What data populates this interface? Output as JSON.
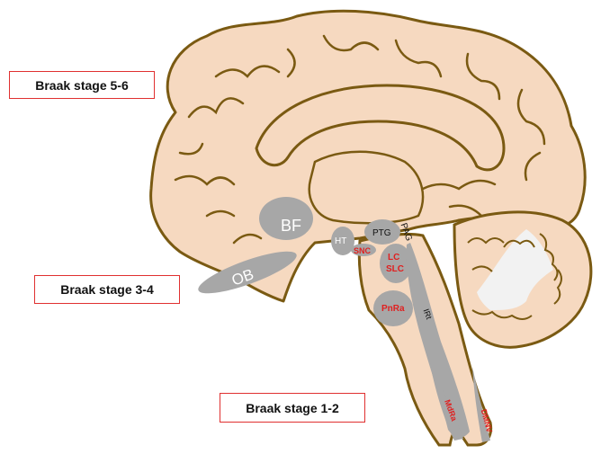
{
  "stage_boxes": {
    "stage_5_6": "Braak stage 5-6",
    "stage_3_4": "Braak stage 3-4",
    "stage_1_2": "Braak stage 1-2"
  },
  "regions": {
    "bf": "BF",
    "ob": "OB",
    "ht": "HT",
    "snc": "SNC",
    "ptg": "PTG",
    "pag": "PAG",
    "lc": "LC",
    "slc": "SLC",
    "pnra": "PnRa",
    "irt": "IRt",
    "mdra": "MdRa",
    "dmnv": "DMNV"
  },
  "colors": {
    "brain_fill": "#f6d9c0",
    "brain_outline": "#7a5a12",
    "region_fill": "#a7a7a7",
    "red_label": "#e02020",
    "box_border": "#e03030"
  }
}
